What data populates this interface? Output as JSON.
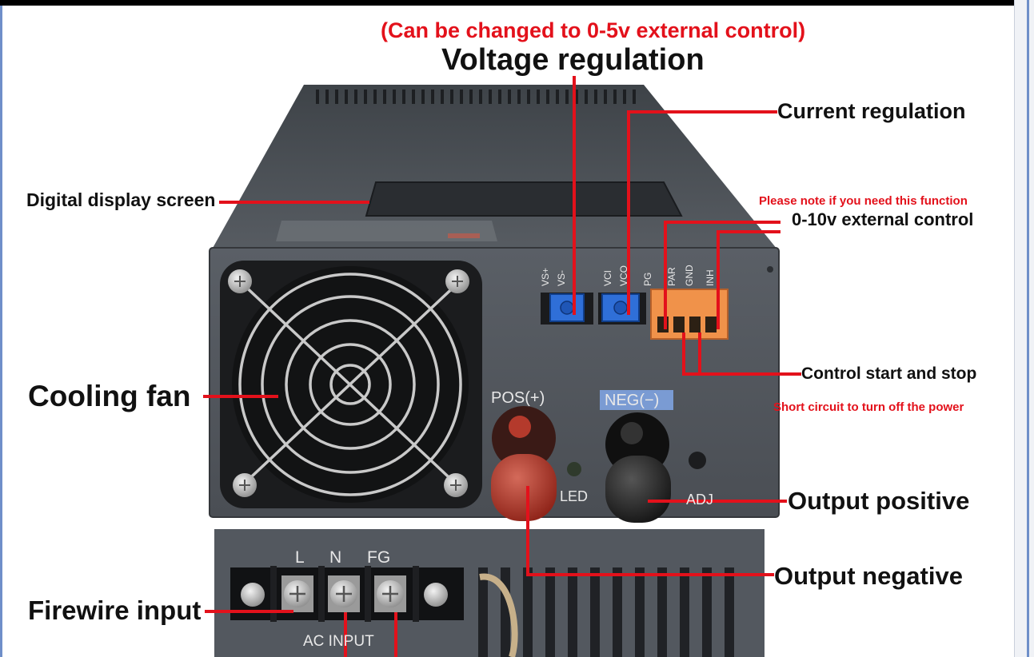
{
  "labels": {
    "external_control_note": "(Can be changed to 0-5v external control)",
    "voltage_regulation": "Voltage regulation",
    "current_regulation": "Current regulation",
    "digital_display_screen": "Digital display screen",
    "function_note": "Please note if you need this function",
    "external_control_010v": "0-10v external control",
    "cooling_fan": "Cooling fan",
    "control_start_stop": "Control start and stop",
    "short_circuit_note": "Short circuit to turn off the power",
    "output_positive": "Output positive",
    "output_negative": "Output negative",
    "firewire_input": "Firewire input"
  },
  "device_text": {
    "pos": "POS(+)",
    "neg": "NEG(−)",
    "led": "LED",
    "adj": "ADJ",
    "terminal_l": "L",
    "terminal_n": "N",
    "terminal_fg": "FG",
    "ac_input": "AC INPUT",
    "pin_vsp": "VS+",
    "pin_vsm": "VS-",
    "pin_vci": "VCI",
    "pin_vco": "VCO",
    "pin_pg": "PG",
    "pin_par": "PAR",
    "pin_gnd": "GND",
    "pin_inh": "INH"
  },
  "colors": {
    "callout_red": "#e3111b",
    "housing_gray": "#4a4f55",
    "pot_blue": "#2f6fd8",
    "terminal_orange": "#f0924a",
    "frame_blue": "#6f8fc9"
  }
}
